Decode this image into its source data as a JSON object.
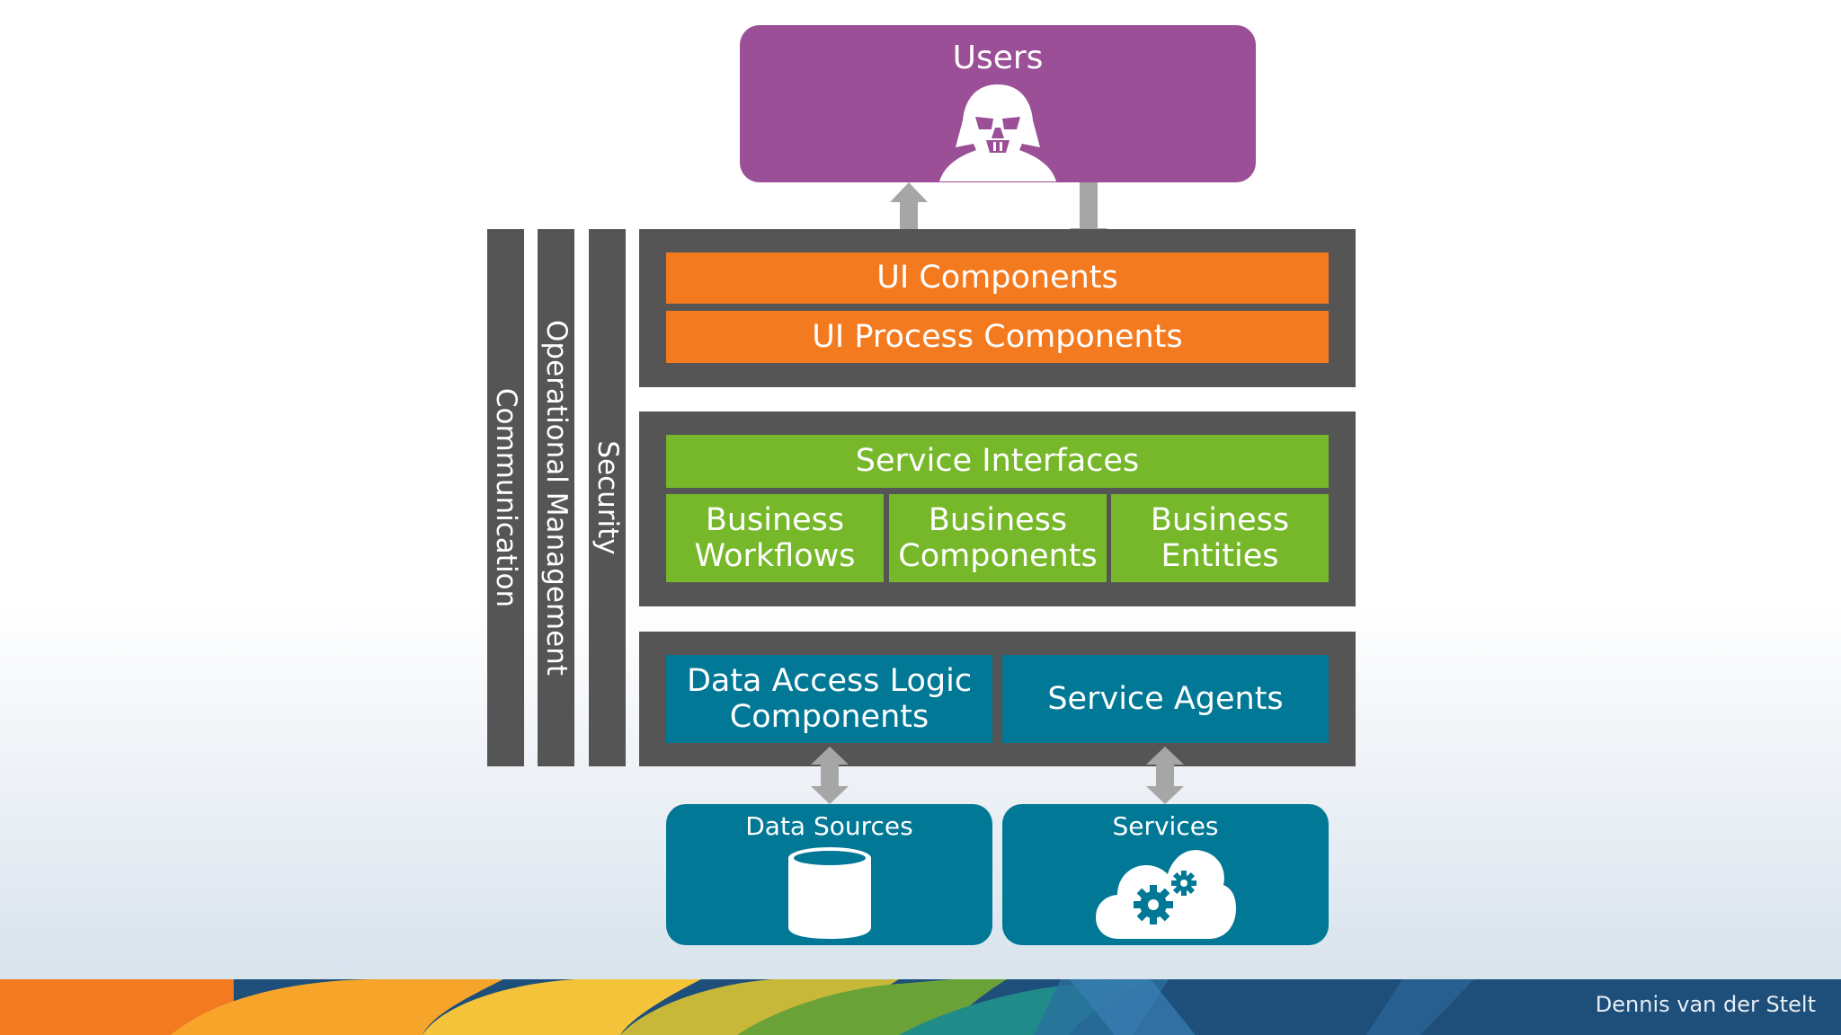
{
  "users": {
    "label": "Users",
    "icon": "darth-vader-icon"
  },
  "layers": {
    "presentation": {
      "ui_components": "UI Components",
      "ui_process_components": "UI Process Components"
    },
    "business": {
      "service_interfaces": "Service Interfaces",
      "business_workflows": "Business\nWorkflows",
      "business_components": "Business\nComponents",
      "business_entities": "Business\nEntities"
    },
    "data": {
      "data_access_logic": "Data Access Logic\nComponents",
      "service_agents": "Service Agents"
    }
  },
  "cross_cutting": {
    "communication": "Communication",
    "operational_management": "Operational Management",
    "security": "Security"
  },
  "sources": {
    "data_sources": {
      "label": "Data Sources",
      "icon": "database-icon"
    },
    "services": {
      "label": "Services",
      "icon": "cloud-gears-icon"
    }
  },
  "footer": {
    "author": "Dennis van der Stelt"
  },
  "colors": {
    "users": "#9b4f96",
    "presentation": "#f47a20",
    "business": "#76b82a",
    "data": "#007896",
    "frame": "#555555",
    "arrow": "#a6a6a6"
  }
}
